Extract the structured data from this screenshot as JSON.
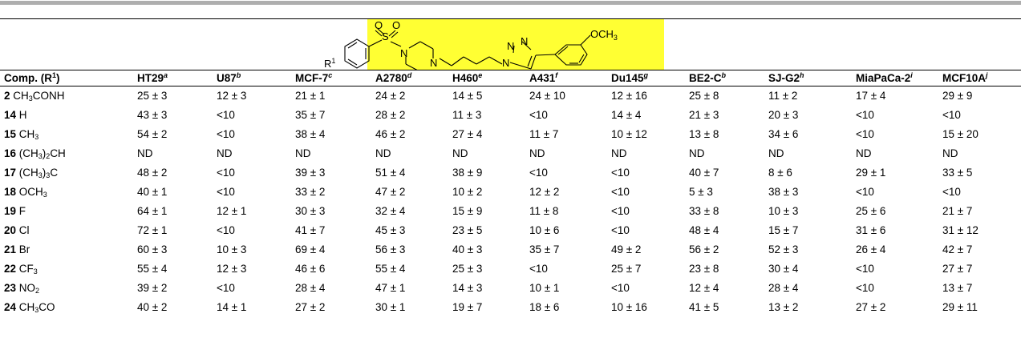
{
  "structure": {
    "highlight_color": "#ffff33",
    "labels": {
      "o1": "O",
      "s": "S",
      "o2": "O",
      "n1": "N",
      "n2": "N",
      "n3": "N",
      "n4": "N",
      "n5": "N",
      "r1_r": "R",
      "r1_sup": "1",
      "och3": "OCH",
      "och3_sub": "3"
    }
  },
  "header": [
    {
      "main": "Comp. (R",
      "sup": "1",
      "after": ")"
    },
    {
      "main": "HT29",
      "sup": "a"
    },
    {
      "main": "U87",
      "sup": "b"
    },
    {
      "main": "MCF-7",
      "sup": "c"
    },
    {
      "main": "A2780",
      "sup": "d"
    },
    {
      "main": "H460",
      "sup": "e"
    },
    {
      "main": "A431",
      "sup": "f"
    },
    {
      "main": "Du145",
      "sup": "g"
    },
    {
      "main": "BE2-C",
      "sup": "b"
    },
    {
      "main": "SJ-G2",
      "sup": "h"
    },
    {
      "main": "MiaPaCa-2",
      "sup": "i"
    },
    {
      "main": "MCF10A",
      "sup": "j"
    }
  ],
  "rows": [
    {
      "id": "2",
      "sub": [
        " CH",
        "3",
        "CONH"
      ],
      "vals": [
        "25 ± 3",
        "12 ± 3",
        "21 ± 1",
        "24 ± 2",
        "14 ± 5",
        "24 ± 10",
        "12 ± 16",
        "25 ± 8",
        "11 ± 2",
        "17 ± 4",
        "29 ± 9"
      ]
    },
    {
      "id": "14",
      "sub": [
        " H"
      ],
      "vals": [
        "43 ± 3",
        "<10",
        "35 ± 7",
        "28 ± 2",
        "11 ± 3",
        "<10",
        "14 ± 4",
        "21 ± 3",
        "20 ± 3",
        "<10",
        "<10"
      ]
    },
    {
      "id": "15",
      "sub": [
        " CH",
        "3"
      ],
      "vals": [
        "54 ± 2",
        "<10",
        "38 ± 4",
        "46 ± 2",
        "27 ± 4",
        "11 ± 7",
        "10 ± 12",
        "13 ± 8",
        "34 ± 6",
        "<10",
        "15 ± 20"
      ]
    },
    {
      "id": "16",
      "sub": [
        " (CH",
        "3",
        ")",
        "2",
        "CH"
      ],
      "vals": [
        "ND",
        "ND",
        "ND",
        "ND",
        "ND",
        "ND",
        "ND",
        "ND",
        "ND",
        "ND",
        "ND"
      ]
    },
    {
      "id": "17",
      "sub": [
        " (CH",
        "3",
        ")",
        "3",
        "C"
      ],
      "vals": [
        "48 ± 2",
        "<10",
        "39 ± 3",
        "51 ± 4",
        "38 ± 9",
        "<10",
        "<10",
        "40 ± 7",
        "8 ± 6",
        "29 ± 1",
        "33 ± 5"
      ]
    },
    {
      "id": "18",
      "sub": [
        " OCH",
        "3"
      ],
      "vals": [
        "40 ± 1",
        "<10",
        "33 ± 2",
        "47 ± 2",
        "10 ± 2",
        "12 ± 2",
        "<10",
        "5 ± 3",
        "38 ± 3",
        "<10",
        "<10"
      ]
    },
    {
      "id": "19",
      "sub": [
        " F"
      ],
      "vals": [
        "64 ± 1",
        "12 ± 1",
        "30 ± 3",
        "32 ± 4",
        "15 ± 9",
        "11 ± 8",
        "<10",
        "33 ± 8",
        "10 ± 3",
        "25 ± 6",
        "21 ± 7"
      ]
    },
    {
      "id": "20",
      "sub": [
        " Cl"
      ],
      "vals": [
        "72 ± 1",
        "<10",
        "41 ± 7",
        "45 ± 3",
        "23 ± 5",
        "10 ± 6",
        "<10",
        "48 ± 4",
        "15 ± 7",
        "31 ± 6",
        "31 ± 12"
      ]
    },
    {
      "id": "21",
      "sub": [
        " Br"
      ],
      "vals": [
        "60 ± 3",
        "10 ± 3",
        "69 ± 4",
        "56 ± 3",
        "40 ± 3",
        "35 ± 7",
        "49 ± 2",
        "56 ± 2",
        "52 ± 3",
        "26 ± 4",
        "42 ± 7"
      ]
    },
    {
      "id": "22",
      "sub": [
        " CF",
        "3"
      ],
      "vals": [
        "55 ± 4",
        "12 ± 3",
        "46 ± 6",
        "55 ± 4",
        "25 ± 3",
        "<10",
        "25 ± 7",
        "23 ± 8",
        "30 ± 4",
        "<10",
        "27 ± 7"
      ]
    },
    {
      "id": "23",
      "sub": [
        " NO",
        "2"
      ],
      "vals": [
        "39 ± 2",
        "<10",
        "28 ± 4",
        "47 ± 1",
        "14 ± 3",
        "10 ± 1",
        "<10",
        "12 ± 4",
        "28 ± 4",
        "<10",
        "13 ± 7"
      ]
    },
    {
      "id": "24",
      "sub": [
        " CH",
        "3",
        "CO"
      ],
      "vals": [
        "40 ± 2",
        "14 ± 1",
        "27 ± 2",
        "30 ± 1",
        "19 ± 7",
        "18 ± 6",
        "10 ± 16",
        "41 ± 5",
        "13 ± 2",
        "27 ± 2",
        "29 ± 11"
      ]
    }
  ]
}
